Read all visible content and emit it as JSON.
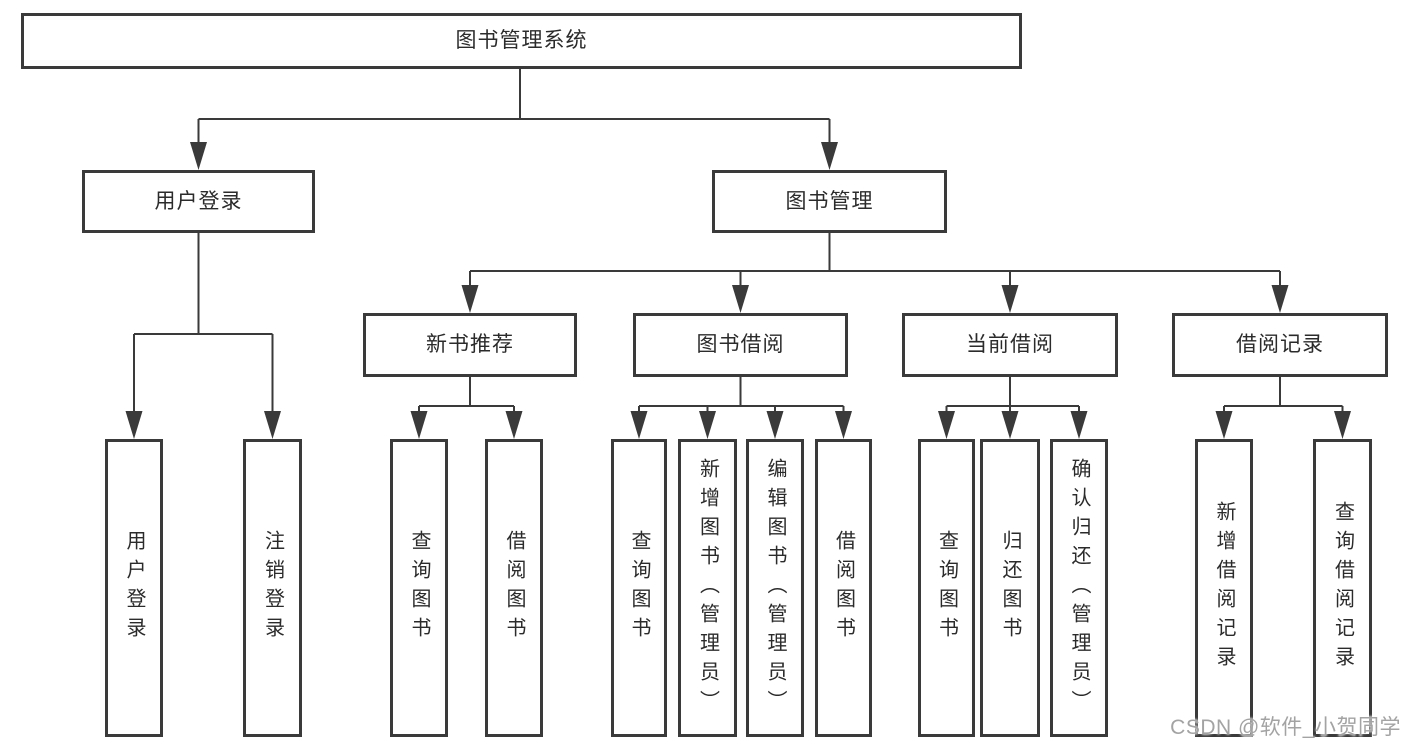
{
  "diagram": {
    "root": {
      "label": "图书管理系统"
    },
    "level2": [
      {
        "label": "用户登录",
        "children": [
          {
            "label": "用户登录"
          },
          {
            "label": "注销登录"
          }
        ]
      },
      {
        "label": "图书管理",
        "sections": [
          {
            "label": "新书推荐",
            "children": [
              {
                "label": "查询图书"
              },
              {
                "label": "借阅图书"
              }
            ]
          },
          {
            "label": "图书借阅",
            "children": [
              {
                "label": "查询图书"
              },
              {
                "label": "新增图书（管理员）"
              },
              {
                "label": "编辑图书（管理员）"
              },
              {
                "label": "借阅图书"
              }
            ]
          },
          {
            "label": "当前借阅",
            "children": [
              {
                "label": "查询图书"
              },
              {
                "label": "归还图书"
              },
              {
                "label": "确认归还（管理员）"
              }
            ]
          },
          {
            "label": "借阅记录",
            "children": [
              {
                "label": "新增借阅记录"
              },
              {
                "label": "查询借阅记录"
              }
            ]
          }
        ]
      }
    ]
  },
  "watermark": {
    "text": "CSDN @软件_小贺同学"
  },
  "colors": {
    "line": "#3a3a3a",
    "text": "#2b2b2b",
    "watermark": "#a3a3a3",
    "background": "#ffffff"
  }
}
